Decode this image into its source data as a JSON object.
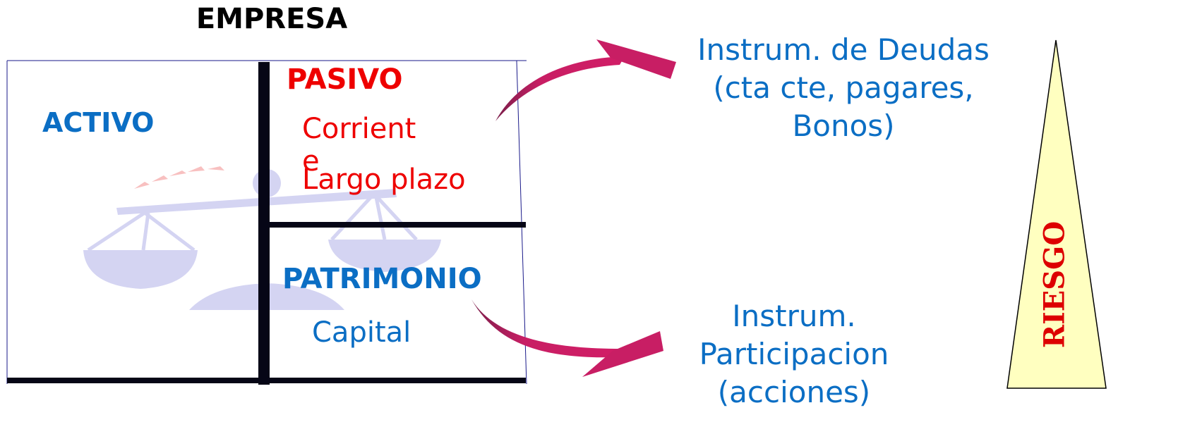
{
  "title": "EMPRESA",
  "balance": {
    "activo": "ACTIVO",
    "pasivo": {
      "heading": "PASIVO",
      "items": [
        "Corriente",
        "Largo plazo"
      ]
    },
    "patrimonio": {
      "heading": "PATRIMONIO",
      "items": [
        "Capital"
      ]
    }
  },
  "instruments": {
    "deuda": [
      "Instrum. de Deudas",
      "(cta cte, pagares,",
      "Bonos)"
    ],
    "participacion": [
      "Instrum.",
      "Participacion",
      "(acciones)"
    ]
  },
  "risk": {
    "label": "RIESGO"
  },
  "colors": {
    "blue_text": "#0b6ec4",
    "red_text": "#ee0000",
    "arrow": "#c81e64",
    "triangle_fill": "#ffffc0",
    "scale_watermark": "#d4d4f2"
  },
  "icons": {
    "watermark": "balance-scale-icon",
    "arrows": "curved-arrow-icon"
  }
}
